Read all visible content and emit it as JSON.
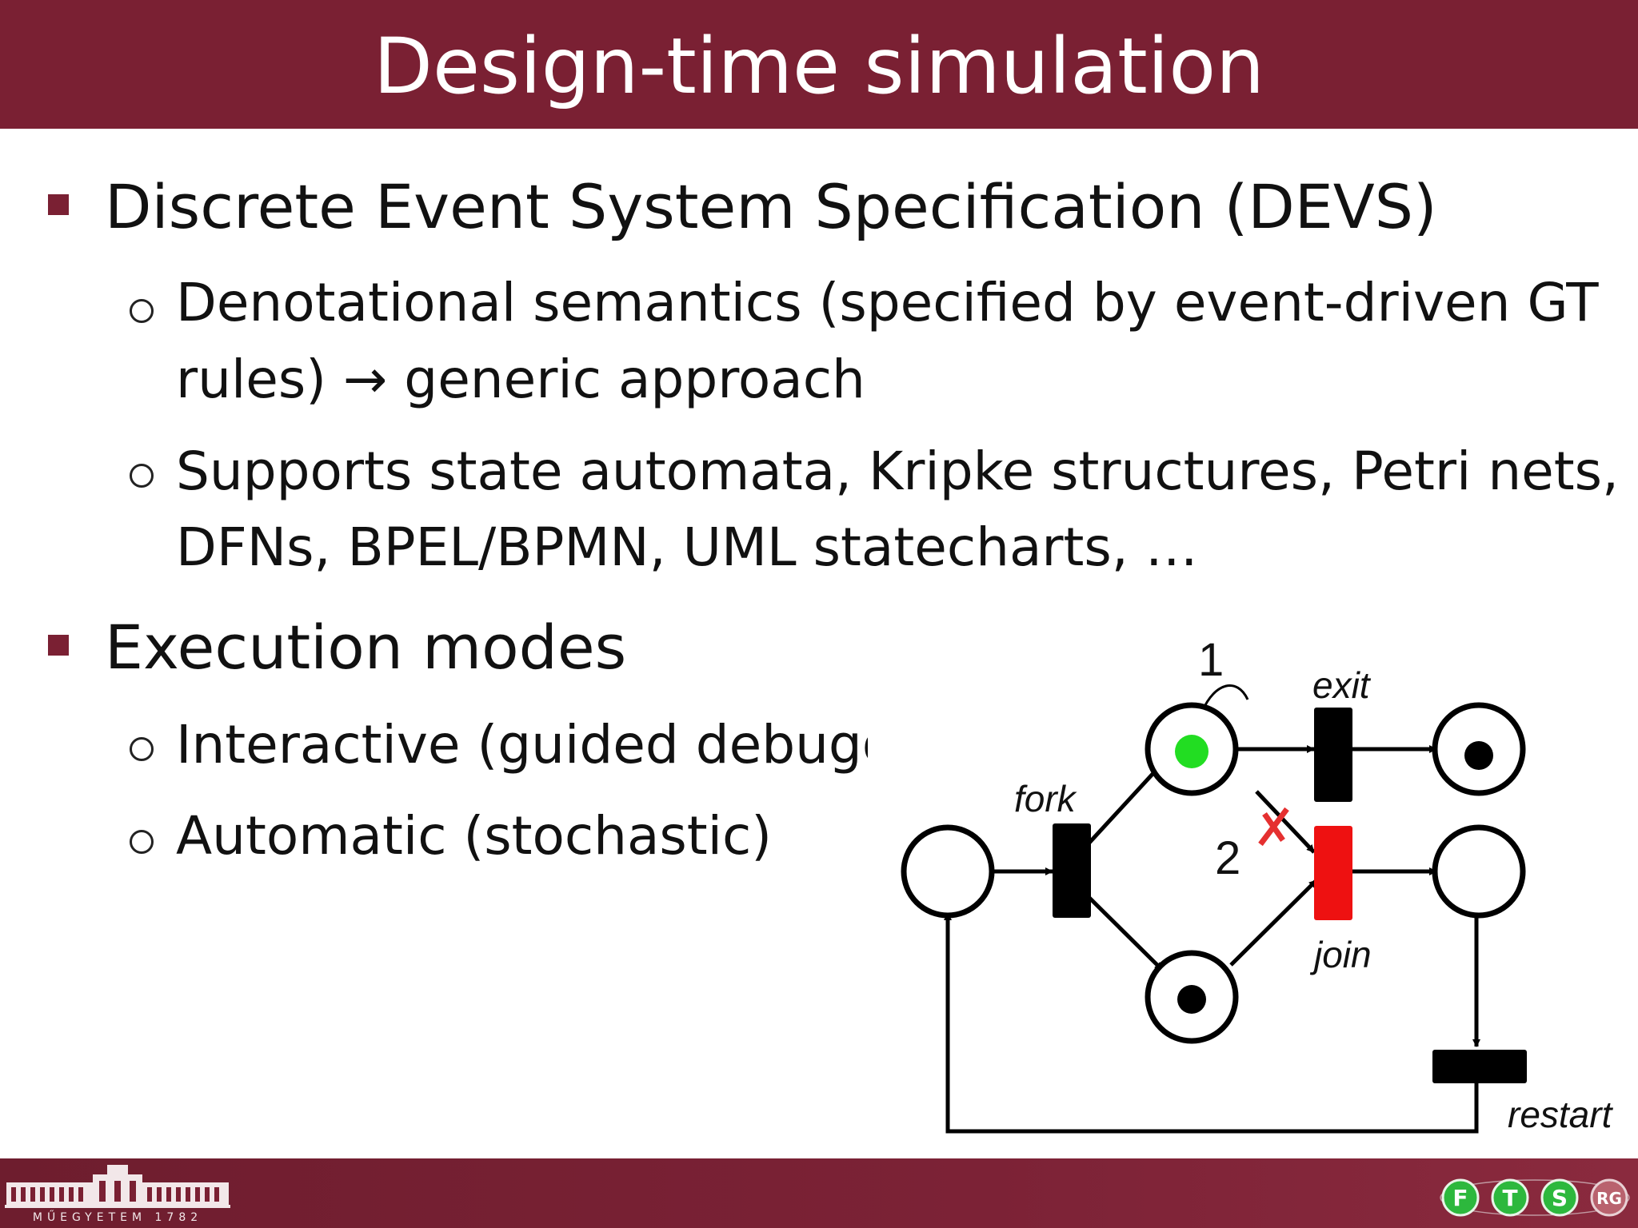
{
  "slide": {
    "title": "Design-time simulation",
    "accent_color": "#7a2033"
  },
  "bullets": [
    {
      "text": "Discrete Event System Specification (DEVS)",
      "sub": [
        {
          "line1": "Denotational semantics (specified by event-driven GT",
          "line2": "rules) → generic approach"
        },
        {
          "line1": "Supports state automata, Kripke structures, Petri nets,",
          "line2": "DFNs, BPEL/BPMN, UML statecharts, …"
        }
      ]
    },
    {
      "text": "Execution modes",
      "sub": [
        {
          "line1": "Interactive (guided debugging)"
        },
        {
          "line1": "Automatic (stochastic)"
        }
      ]
    }
  ],
  "diagram": {
    "labels": {
      "fork": "fork",
      "exit": "exit",
      "join": "join",
      "restart": "restart",
      "step1": "1",
      "step2": "2"
    },
    "colors": {
      "enabled_token": "#22dd22",
      "disabled_transition": "#ee1111",
      "cross": "#e53030"
    }
  },
  "footer": {
    "university_text": "MŰEGYETEM 1782",
    "lab_letters": [
      "F",
      "T",
      "S",
      "RG"
    ]
  }
}
